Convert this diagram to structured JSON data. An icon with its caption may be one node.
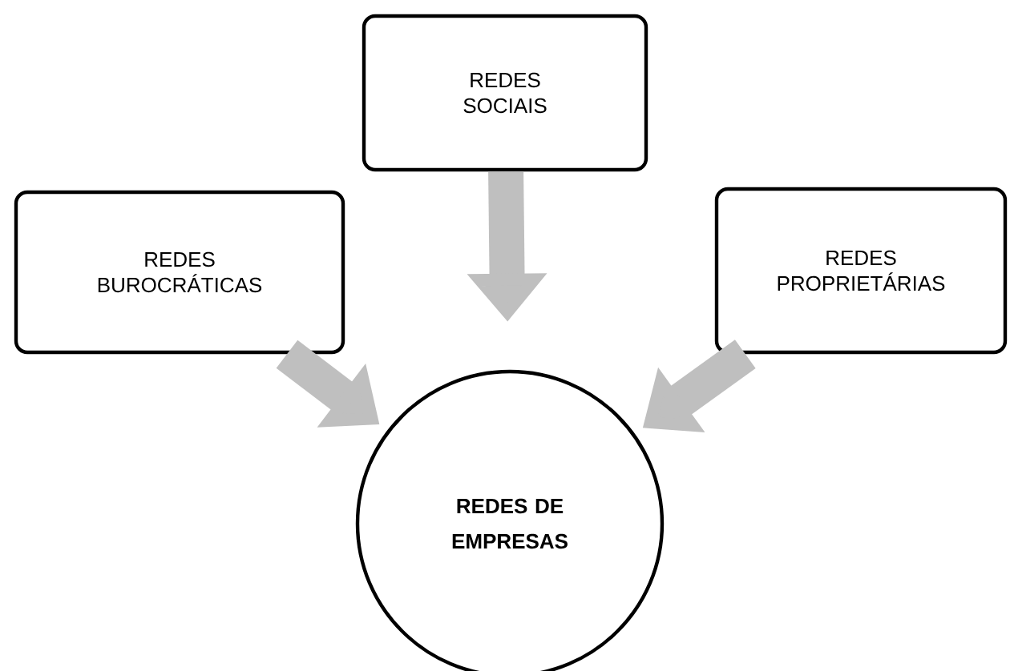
{
  "diagram": {
    "nodes": [
      {
        "text": [
          "REDES SOCIAIS"
        ]
      },
      {
        "text": [
          "REDES BUROCRÁTICAS"
        ]
      },
      {
        "text": [
          "REDES PROPRIETÁRIAS"
        ]
      },
      {
        "text": [
          "REDES DE EMPRESAS"
        ]
      }
    ],
    "edges": [
      {
        "from": 0,
        "to": 3,
        "arrow": "to"
      },
      {
        "from": 1,
        "to": 3,
        "arrow": "to"
      },
      {
        "from": 2,
        "to": 3,
        "arrow": "to"
      }
    ]
  }
}
